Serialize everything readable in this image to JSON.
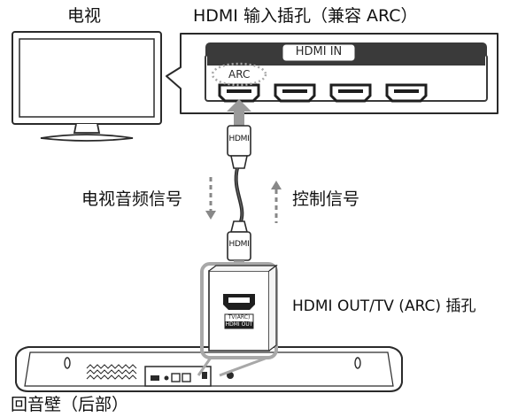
{
  "labels": {
    "tv": "电视",
    "hdmi_input": "HDMI 输入插孔（兼容 ARC）",
    "hdmi_in_plate": "HDMI IN",
    "arc_port": "ARC",
    "cable_plug_top": "HDMI",
    "cable_plug_bottom": "HDMI",
    "tv_audio_signal": "电视音频信号",
    "control_signal": "控制信号",
    "hdmi_out_port": "HDMI OUT/TV (ARC) 插孔",
    "port_sticker_line1": "TV(ARC)",
    "port_sticker_line2": "HDMI OUT",
    "soundbar_rear": "回音壁（后部）"
  },
  "colors": {
    "outline": "#2a2a2a",
    "arrow_gray": "#9a9a9a",
    "highlight_gray": "#a8a8a8",
    "panel_fill": "#ffffff",
    "plate_fill": "#3a3a3a",
    "dark_port": "#1e1e1e",
    "light_fill": "#f4f4f4"
  }
}
